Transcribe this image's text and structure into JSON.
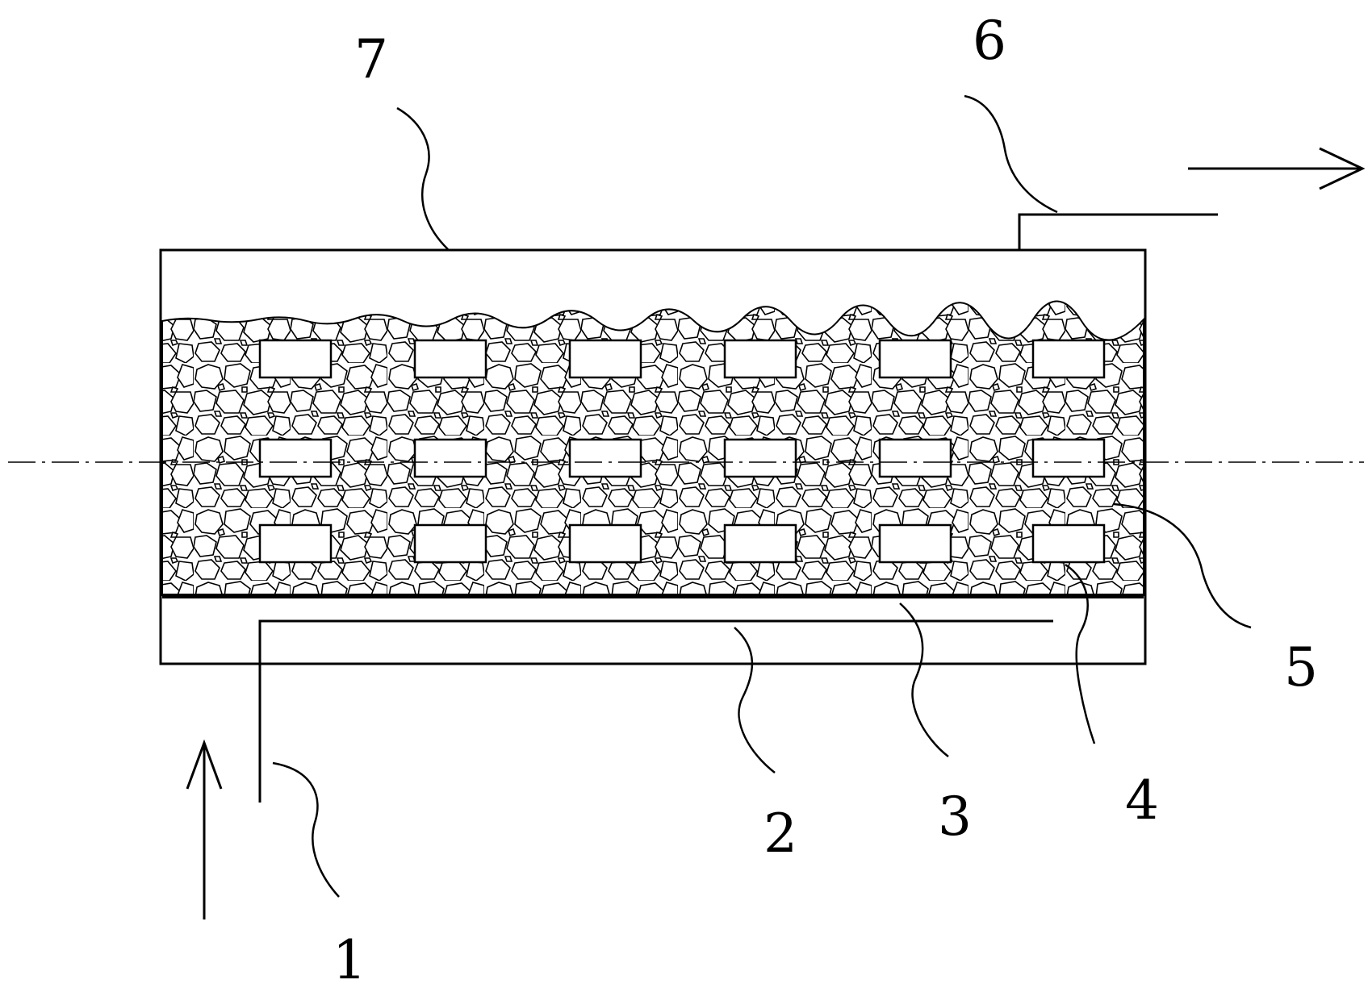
{
  "labels": {
    "inlet": "1",
    "distributor": "2",
    "support_plate": "3",
    "block": "4",
    "packing": "5",
    "outlet": "6",
    "vessel": "7"
  },
  "layout": {
    "block_rows": 3,
    "block_columns": 6,
    "flow_in_direction": "up",
    "flow_out_direction": "right"
  },
  "colors": {
    "line": "#000000",
    "background": "#ffffff",
    "packing_fill": "#ffffff"
  }
}
